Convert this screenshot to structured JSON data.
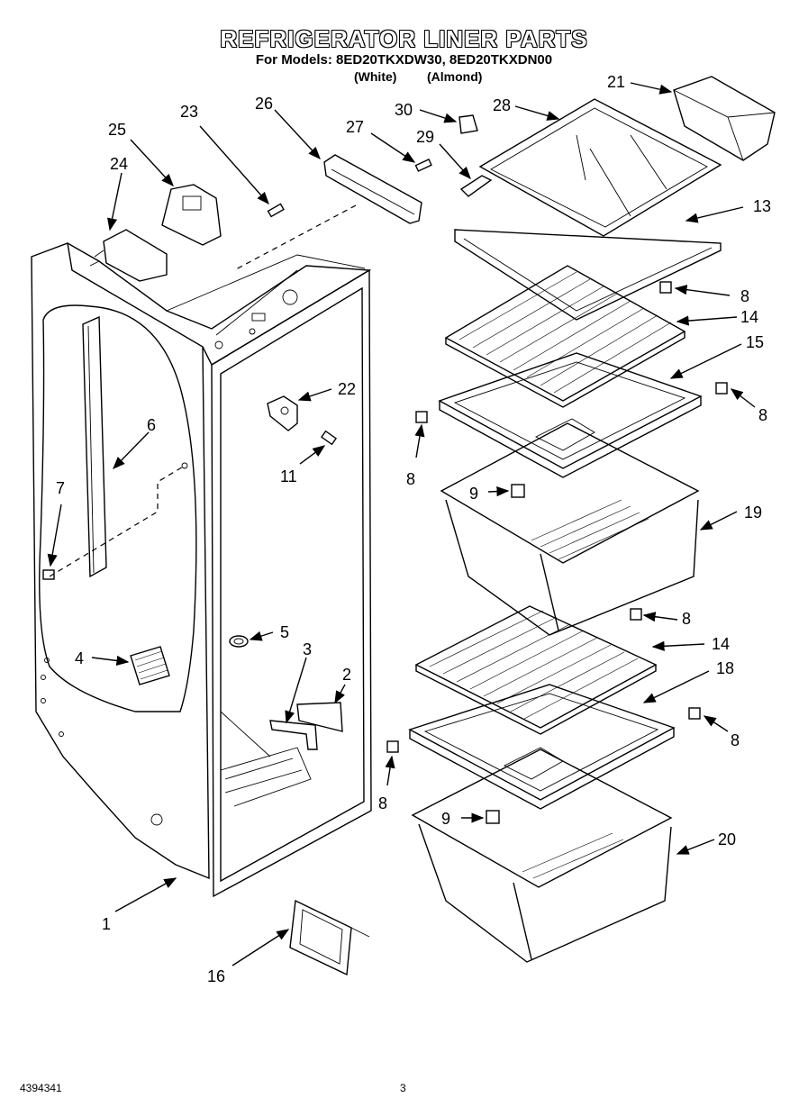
{
  "header": {
    "title": "REFRIGERATOR LINER PARTS",
    "models": "For Models: 8ED20TKXDW30, 8ED20TKXDN00",
    "color_white": "(White)",
    "color_almond": "(Almond)"
  },
  "callouts": [
    {
      "id": "1",
      "label": "1"
    },
    {
      "id": "2",
      "label": "2"
    },
    {
      "id": "3",
      "label": "3"
    },
    {
      "id": "4",
      "label": "4"
    },
    {
      "id": "5",
      "label": "5"
    },
    {
      "id": "6",
      "label": "6"
    },
    {
      "id": "7",
      "label": "7"
    },
    {
      "id": "8a",
      "label": "8"
    },
    {
      "id": "8b",
      "label": "8"
    },
    {
      "id": "8c",
      "label": "8"
    },
    {
      "id": "8d",
      "label": "8"
    },
    {
      "id": "8e",
      "label": "8"
    },
    {
      "id": "8f",
      "label": "8"
    },
    {
      "id": "9a",
      "label": "9"
    },
    {
      "id": "9b",
      "label": "9"
    },
    {
      "id": "11",
      "label": "11"
    },
    {
      "id": "13",
      "label": "13"
    },
    {
      "id": "14a",
      "label": "14"
    },
    {
      "id": "14b",
      "label": "14"
    },
    {
      "id": "15",
      "label": "15"
    },
    {
      "id": "16",
      "label": "16"
    },
    {
      "id": "18",
      "label": "18"
    },
    {
      "id": "19",
      "label": "19"
    },
    {
      "id": "20",
      "label": "20"
    },
    {
      "id": "21",
      "label": "21"
    },
    {
      "id": "22",
      "label": "22"
    },
    {
      "id": "23",
      "label": "23"
    },
    {
      "id": "24",
      "label": "24"
    },
    {
      "id": "25",
      "label": "25"
    },
    {
      "id": "26",
      "label": "26"
    },
    {
      "id": "27",
      "label": "27"
    },
    {
      "id": "28",
      "label": "28"
    },
    {
      "id": "29",
      "label": "29"
    },
    {
      "id": "30",
      "label": "30"
    }
  ],
  "footer": {
    "part_number": "4394341",
    "page_number": "3"
  }
}
